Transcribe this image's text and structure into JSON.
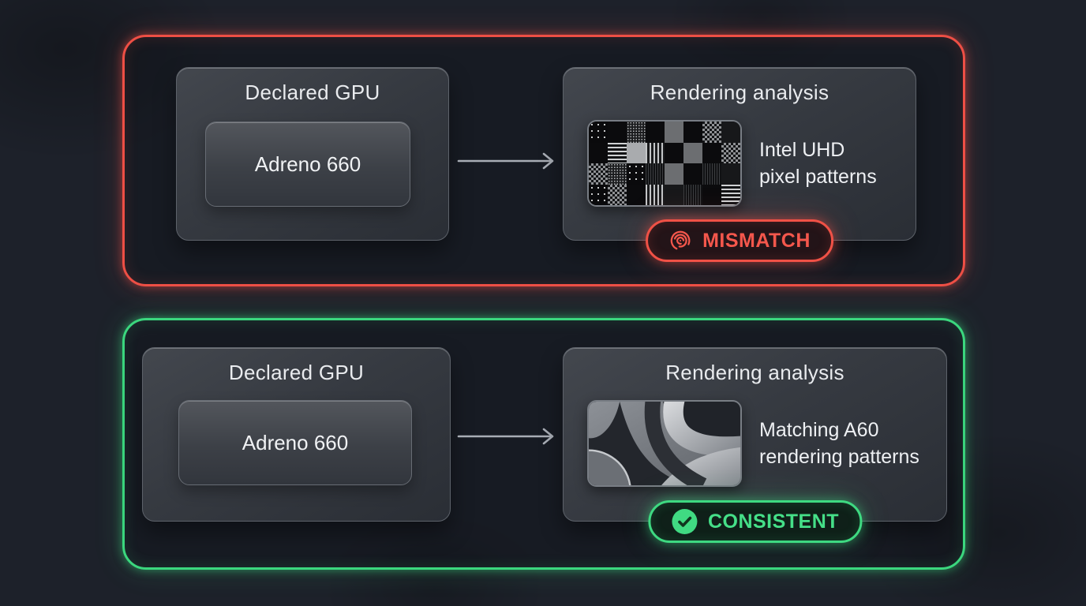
{
  "diagram": {
    "rows": [
      {
        "status": "MISMATCH",
        "accent_color": "#ee4f45",
        "declared": {
          "title": "Declared GPU",
          "gpu_name": "Adreno 660"
        },
        "analysis": {
          "title": "Rendering analysis",
          "result_line1": "Intel UHD",
          "result_line2": "pixel patterns",
          "thumbnail": "noise-pixel-grid"
        },
        "badge": {
          "label": "MISMATCH",
          "icon": "fingerprint-icon"
        }
      },
      {
        "status": "CONSISTENT",
        "accent_color": "#3bd77e",
        "declared": {
          "title": "Declared GPU",
          "gpu_name": "Adreno 660"
        },
        "analysis": {
          "title": "Rendering analysis",
          "result_line1": "Matching A60",
          "result_line2": "rendering patterns",
          "thumbnail": "smooth-wave-render"
        },
        "badge": {
          "label": "CONSISTENT",
          "icon": "check-icon"
        }
      }
    ],
    "colors": {
      "background": "#1d212a",
      "panel": "#363a41",
      "mismatch_red": "#ee4f45",
      "consistent_green": "#3bd77e",
      "arrow_gray": "#a8adb5",
      "text": "#eef0f3"
    },
    "noise_texture_tiles": [
      "speck",
      "black",
      "dither",
      "black",
      "gray",
      "black",
      "checker",
      "dark",
      "black",
      "hstripe",
      "light",
      "vstripe",
      "black",
      "gray",
      "black",
      "checker",
      "checker",
      "dither",
      "speck",
      "noise",
      "gray",
      "black",
      "noise",
      "dark",
      "speck",
      "checker",
      "black",
      "vstripe",
      "dark",
      "noise",
      "black",
      "hstripe"
    ]
  }
}
